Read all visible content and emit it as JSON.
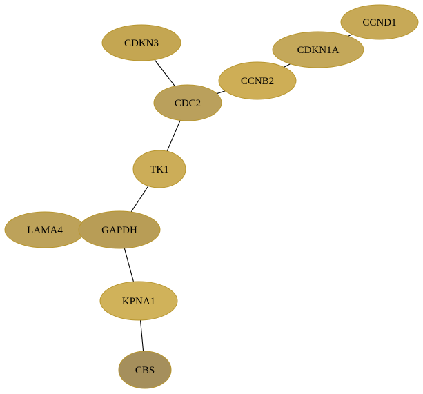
{
  "graph": {
    "nodes": [
      {
        "id": "CCND1",
        "label": "CCND1",
        "color": "#c7a957"
      },
      {
        "id": "CDKN1A",
        "label": "CDKN1A",
        "color": "#c4a85a"
      },
      {
        "id": "CDKN3",
        "label": "CDKN3",
        "color": "#c4a652"
      },
      {
        "id": "CCNB2",
        "label": "CCNB2",
        "color": "#ceae56"
      },
      {
        "id": "CDC2",
        "label": "CDC2",
        "color": "#baa05c"
      },
      {
        "id": "TK1",
        "label": "TK1",
        "color": "#ccad58"
      },
      {
        "id": "LAMA4",
        "label": "LAMA4",
        "color": "#bda25a"
      },
      {
        "id": "GAPDH",
        "label": "GAPDH",
        "color": "#b89d56"
      },
      {
        "id": "KPNA1",
        "label": "KPNA1",
        "color": "#d0b25a"
      },
      {
        "id": "CBS",
        "label": "CBS",
        "color": "#a58f5c"
      }
    ],
    "edges": [
      {
        "source": "CCND1",
        "target": "CDKN1A"
      },
      {
        "source": "CDKN1A",
        "target": "CCNB2"
      },
      {
        "source": "CCNB2",
        "target": "CDC2"
      },
      {
        "source": "CDKN3",
        "target": "CDC2"
      },
      {
        "source": "CDC2",
        "target": "TK1"
      },
      {
        "source": "TK1",
        "target": "GAPDH"
      },
      {
        "source": "LAMA4",
        "target": "GAPDH"
      },
      {
        "source": "GAPDH",
        "target": "KPNA1"
      },
      {
        "source": "KPNA1",
        "target": "CBS"
      }
    ],
    "node_border_color": "#b8962e"
  }
}
